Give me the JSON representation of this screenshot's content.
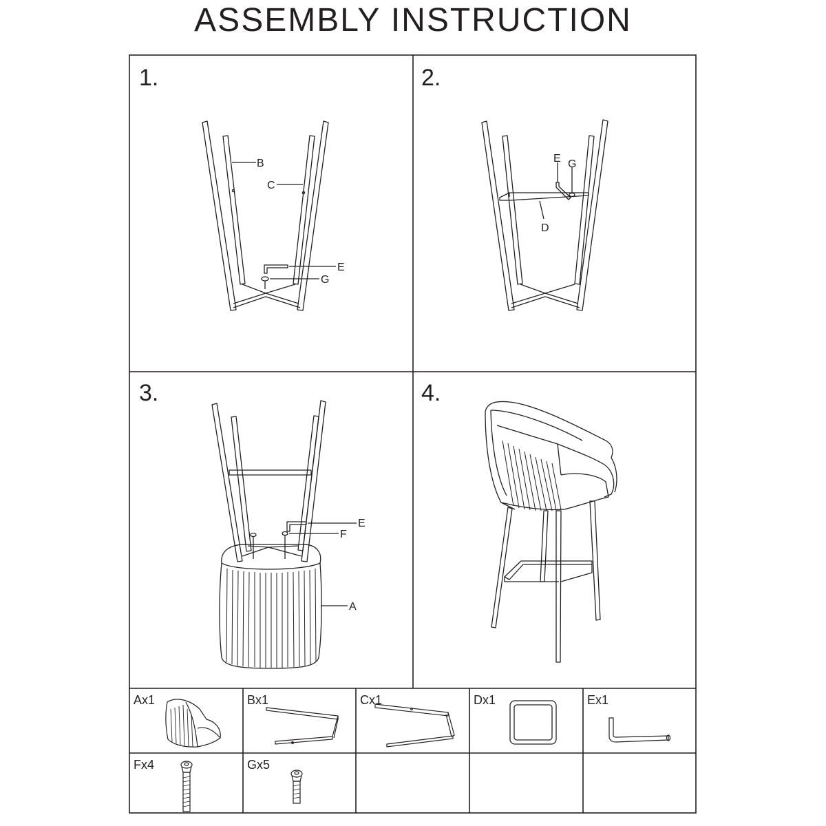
{
  "title": "ASSEMBLY INSTRUCTION",
  "steps": [
    {
      "number": "1.",
      "callouts": [
        "B",
        "C",
        "E",
        "G"
      ]
    },
    {
      "number": "2.",
      "callouts": [
        "E",
        "G",
        "D"
      ]
    },
    {
      "number": "3.",
      "callouts": [
        "E",
        "F",
        "A"
      ]
    },
    {
      "number": "4."
    }
  ],
  "parts": [
    {
      "label": "Ax1"
    },
    {
      "label": "Bx1"
    },
    {
      "label": "Cx1"
    },
    {
      "label": "Dx1"
    },
    {
      "label": "Ex1"
    },
    {
      "label": "Fx4"
    },
    {
      "label": "Gx5"
    }
  ]
}
